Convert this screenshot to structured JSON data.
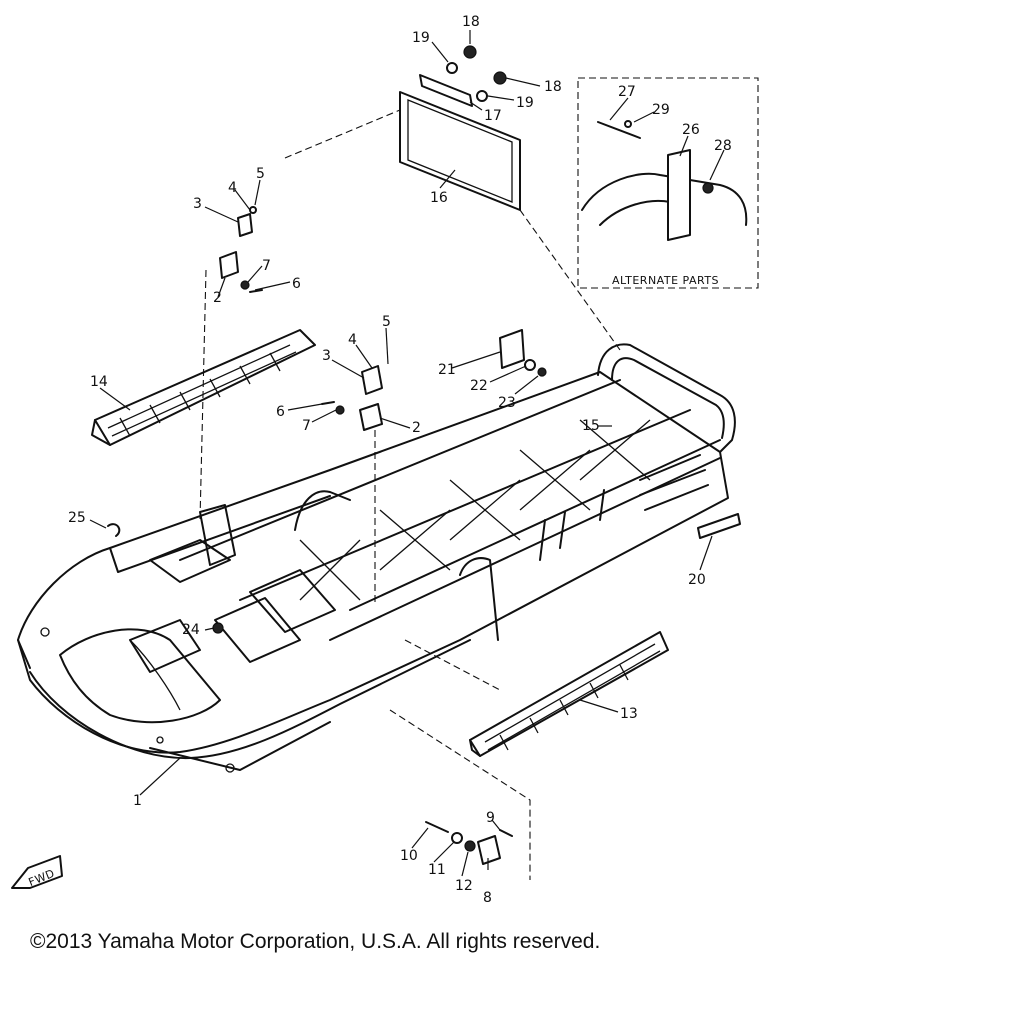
{
  "callouts": [
    "1",
    "2",
    "3",
    "4",
    "5",
    "6",
    "7",
    "2",
    "3",
    "4",
    "5",
    "6",
    "7",
    "8",
    "9",
    "10",
    "11",
    "12",
    "13",
    "14",
    "15",
    "16",
    "17",
    "18",
    "18",
    "19",
    "19",
    "20",
    "21",
    "22",
    "23",
    "24",
    "25",
    "26",
    "27",
    "28",
    "29"
  ],
  "inset": {
    "caption": "ALTERNATE PARTS"
  },
  "fwd_label": "FWD",
  "copyright": "©2013 Yamaha Motor Corporation, U.S.A. All rights reserved."
}
